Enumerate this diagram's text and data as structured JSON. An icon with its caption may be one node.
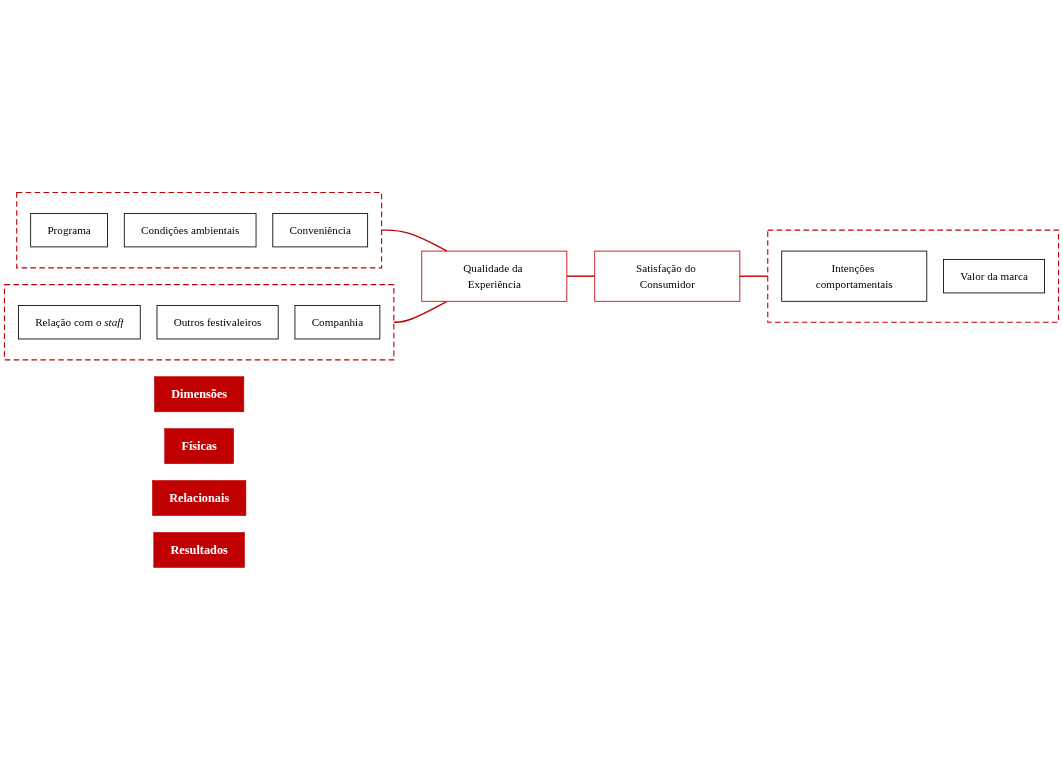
{
  "diagram": {
    "nodes": [
      {
        "text": [
          "Dimensões"
        ]
      },
      {
        "text": [
          "Físicas"
        ]
      },
      {
        "text": [],
        "shape": "box"
      },
      {
        "text": [
          "Programa"
        ],
        "in": 2
      },
      {
        "text": [
          "Condições ambientais"
        ],
        "in": 2
      },
      {
        "text": [
          "Conveniência"
        ],
        "in": 2
      },
      {
        "text": [
          "Relacionais"
        ]
      },
      {
        "text": [],
        "shape": "box"
      },
      {
        "text": [
          "Relação com o *staff*"
        ],
        "in": 7
      },
      {
        "text": [
          "Outros festivaleiros"
        ],
        "in": 7
      },
      {
        "text": [
          "Companhia"
        ],
        "in": 7
      },
      {
        "text": [
          "Qualidade da Experiência"
        ]
      },
      {
        "text": [
          "Satisfação do Consumidor"
        ]
      },
      {
        "text": [
          "Resultados"
        ]
      },
      {
        "text": [],
        "shape": "box"
      },
      {
        "text": [
          "Intenções comportamentais"
        ],
        "in": 14
      },
      {
        "text": [
          "Valor da marca"
        ],
        "in": 14
      }
    ],
    "edges": [
      {
        "from": 2,
        "to": 11,
        "arrow": "none"
      },
      {
        "from": 7,
        "to": 11,
        "arrow": "none"
      },
      {
        "from": 11,
        "to": 12,
        "arrow": "none"
      },
      {
        "from": 12,
        "to": 14,
        "arrow": "none"
      }
    ]
  }
}
